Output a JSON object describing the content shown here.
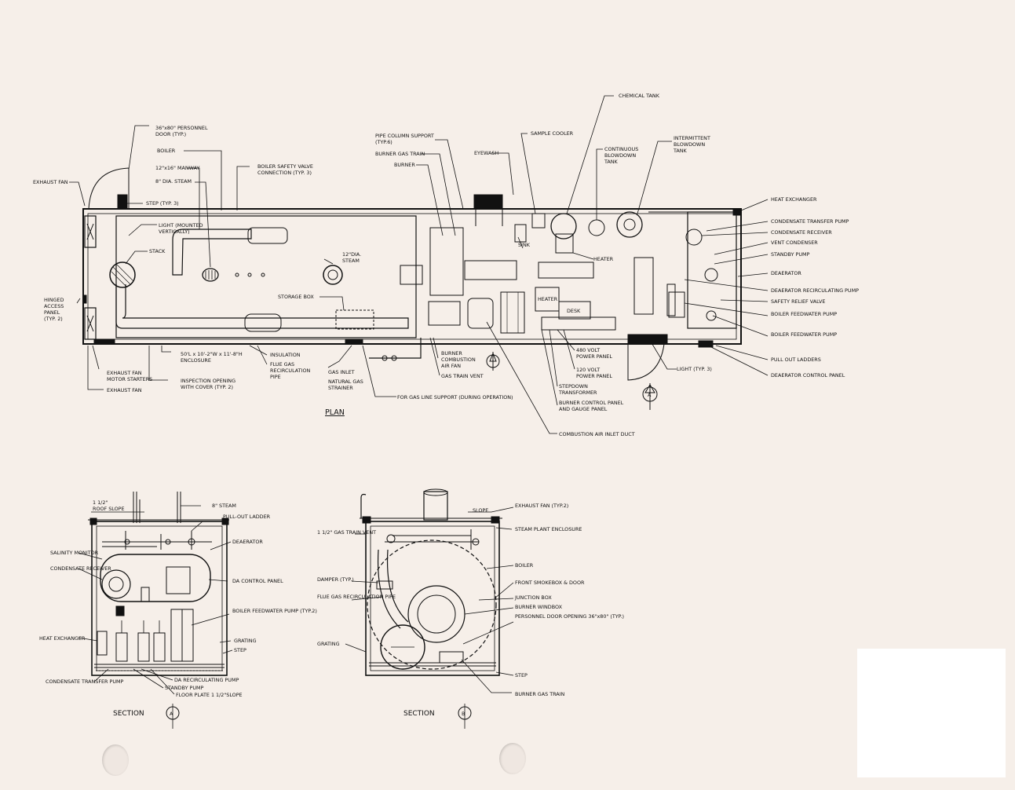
{
  "plan": {
    "title": "PLAN",
    "labels_left": {
      "personnel_door": [
        "36\"x80\" PERSONNEL",
        "DOOR (TYP.)"
      ],
      "boiler": "BOILER",
      "manway": "12\"x16\" MANWAY",
      "dia_steam_8": "8\" DIA. STEAM",
      "safety_valve": [
        "BOILER SAFETY VALVE",
        "CONNECTION (TYP. 3)"
      ],
      "exhaust_fan": "EXHAUST FAN",
      "step": "STEP (TYP. 3)",
      "light": [
        "LIGHT (MOUNTED",
        "VERTICALLY)"
      ],
      "stack": "STACK",
      "steam_12": [
        "12\"DIA.",
        "STEAM"
      ],
      "storage_box": "STORAGE BOX",
      "hinged_panel": [
        "HINGED",
        "ACCESS",
        "PANEL",
        "(TYP. 2)"
      ],
      "enclosure": [
        "50'L x 10'-2\"W x 11'-8\"H",
        "ENCLOSURE"
      ],
      "insulation": "INSULATION",
      "flue_gas": [
        "FLUE GAS",
        "RECIRCULATION",
        "PIPE"
      ],
      "motor_starters": [
        "EXHAUST FAN",
        "MOTOR STARTERS"
      ],
      "inspection": [
        "INSPECTION OPENING",
        "WITH COVER (TYP. 2)"
      ],
      "exhaust_fan_bottom": "EXHAUST FAN",
      "gas_inlet": "GAS INLET",
      "natural_gas": [
        "NATURAL GAS",
        "STRAINER"
      ],
      "gas_line_support": "FOR GAS LINE SUPPORT (DURING OPERATION)"
    },
    "labels_middle": {
      "pipe_column": [
        "PIPE COLUMN SUPPORT",
        "(TYP.6)"
      ],
      "burner_gas_train": "BURNER GAS TRAIN",
      "burner": "BURNER",
      "eyewash": "EYEWASH",
      "sample_cooler": "SAMPLE COOLER",
      "chemical_tank": "CHEMICAL TANK",
      "continuous_blowdown": [
        "CONTINUOUS",
        "BLOWDOWN",
        "TANK"
      ],
      "intermittent_blowdown": [
        "INTERMITTENT",
        "BLOWDOWN",
        "TANK"
      ],
      "sink": "SINK",
      "heater_top": "HEATER",
      "heater_box": "HEATER",
      "desk": "DESK",
      "burner_combustion_fan": [
        "BURNER",
        "COMBUSTION",
        "AIR FAN"
      ],
      "gas_train_vent": "GAS TRAIN VENT",
      "power_480": [
        "480 VOLT",
        "POWER PANEL"
      ],
      "power_120": [
        "120 VOLT",
        "POWER PANEL"
      ],
      "stepdown": [
        "STEPDOWN",
        "TRANSFORMER"
      ],
      "burner_control": [
        "BURNER CONTROL PANEL",
        "AND GAUGE PANEL"
      ],
      "combustion_duct": "COMBUSTION AIR INLET DUCT"
    },
    "labels_right": [
      "HEAT EXCHANGER",
      "CONDENSATE TRANSFER PUMP",
      "CONDENSATE RECEIVER",
      "VENT CONDENSER",
      "STANDBY PUMP",
      "DEAERATOR",
      "DEAERATOR RECIRCULATING PUMP",
      "SAFETY RELIEF VALVE",
      "BOILER FEEDWATER PUMP",
      "BOILER FEEDWATER PUMP",
      "PULL OUT LADDERS",
      "DEAERATOR CONTROL PANEL"
    ],
    "light_typ": "LIGHT (TYP. 3)",
    "marker_a": "A"
  },
  "section_a": {
    "title": "SECTION",
    "marker": "A",
    "roof_slope": [
      "1 1/2\"",
      "ROOF SLOPE"
    ],
    "labels_left": [
      "SALINITY MONITOR",
      "CONDENSATE RECEIVER",
      "HEAT EXCHANGER",
      "CONDENSATE TRANSFER PUMP"
    ],
    "labels_right": [
      "8\" STEAM",
      "PULL-OUT LADDER",
      "DEAERATOR",
      "DA CONTROL PANEL",
      "BOILER FEEDWATER PUMP (TYP.2)",
      "GRATING",
      "STEP"
    ],
    "labels_bottom": [
      "DA RECIRCULATING PUMP",
      "STANDBY PUMP",
      "FLOOR PLATE 1 1/2\"SLOPE"
    ]
  },
  "section_b": {
    "title": "SECTION",
    "marker": "B",
    "slope": "SLOPE",
    "labels_left": [
      "1 1/2\" GAS TRAIN VENT",
      "DAMPER (TYP.)",
      "FLUE GAS RECIRCULATION PIPE",
      "GRATING"
    ],
    "labels_right": [
      "EXHAUST FAN (TYP.2)",
      "STEAM PLANT ENCLOSURE",
      "BOILER",
      "FRONT SMOKEBOX & DOOR",
      "JUNCTION BOX",
      "BURNER WINDBOX",
      "PERSONNEL DOOR OPENING 36\"x80\" (TYP.)",
      "STEP",
      "BURNER GAS TRAIN"
    ]
  }
}
